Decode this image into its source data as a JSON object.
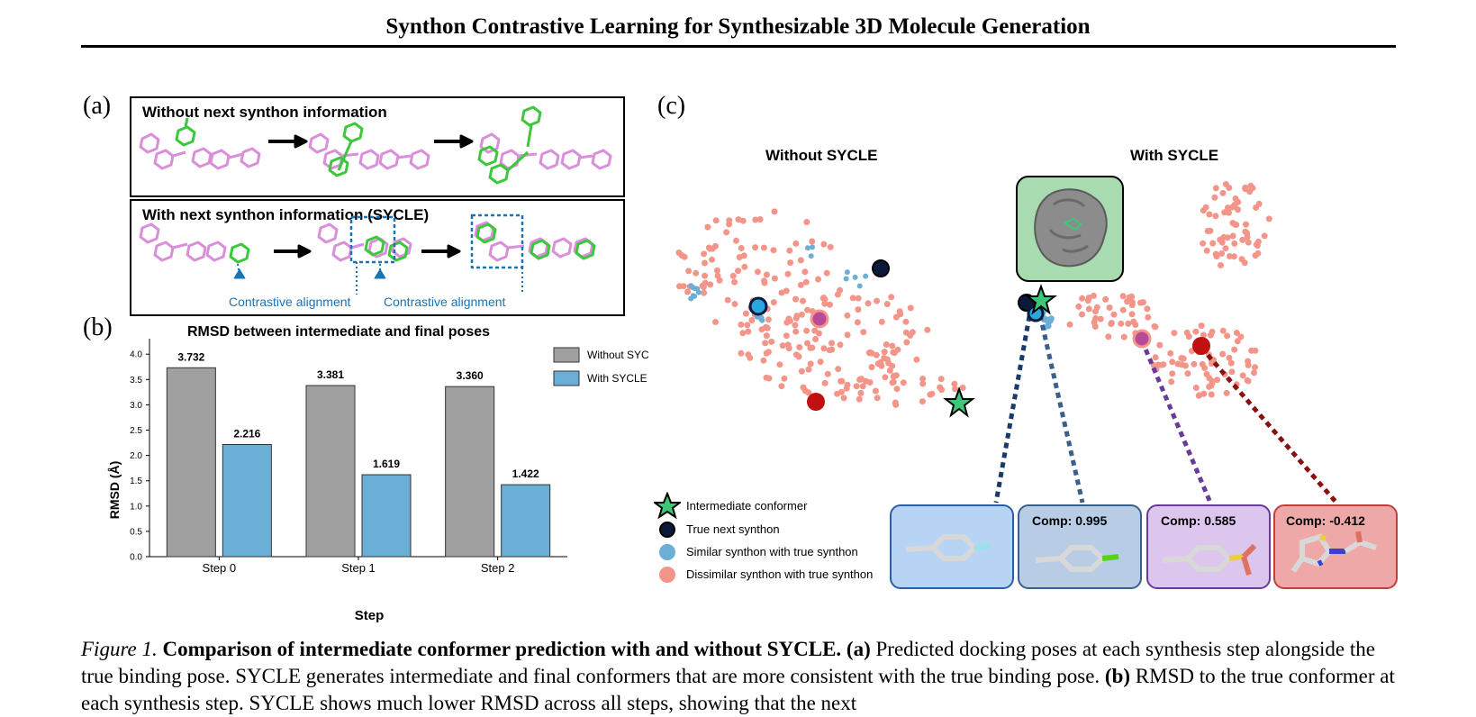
{
  "header": {
    "title": "Synthon Contrastive Learning for Synthesizable 3D Molecule Generation"
  },
  "panel_a": {
    "letter": "(a)",
    "top_box_title": "Without next synthon information",
    "bottom_box_title": "With next synthon information (SYCLE)",
    "contrastive_label_1": "Contrastive alignment",
    "contrastive_label_2": "Contrastive alignment",
    "colors": {
      "ligand": "#d98fd9",
      "synthon": "#3cc83c",
      "highlight": "#1a73b5"
    }
  },
  "panel_b": {
    "letter": "(b)",
    "chart_data": {
      "type": "bar",
      "title": "RMSD between intermediate and final poses",
      "xlabel": "Step",
      "ylabel": "RMSD (Å)",
      "categories": [
        "Step 0",
        "Step 1",
        "Step 2"
      ],
      "ylim": [
        0,
        4.2
      ],
      "yticks": [
        "0.0",
        "0.5",
        "1.0",
        "1.5",
        "2.0",
        "2.5",
        "3.0",
        "3.5",
        "4.0"
      ],
      "series": [
        {
          "name": "Without SYCLE",
          "values": [
            3.732,
            3.381,
            3.36
          ],
          "labels": [
            "3.732",
            "3.381",
            "3.360"
          ],
          "color": "#a0a0a0"
        },
        {
          "name": "With SYCLE",
          "values": [
            2.216,
            1.619,
            1.422
          ],
          "labels": [
            "2.216",
            "1.619",
            "1.422"
          ],
          "color": "#6baed6"
        }
      ],
      "legend": "top-right",
      "grid": false
    }
  },
  "panel_c": {
    "letter": "(c)",
    "left_title": "Without SYCLE",
    "right_title": "With SYCLE",
    "legend": [
      {
        "label": "Intermediate conformer",
        "marker": "star-icon"
      },
      {
        "label": "True next synthon",
        "marker": "dark-circle-icon"
      },
      {
        "label": "Similar synthon with true synthon",
        "marker": "light-blue-circle-icon"
      },
      {
        "label": "Dissimilar synthon with true synthon",
        "marker": "salmon-circle-icon"
      }
    ],
    "insets": [
      {
        "label": "",
        "bg": "#b8d4f5",
        "border": "#2a5fa8"
      },
      {
        "label": "Comp: 0.995",
        "bg": "#b8cce6",
        "border": "#3a5f8a"
      },
      {
        "label": "Comp: 0.585",
        "bg": "#dcc6ee",
        "border": "#6a3a9a"
      },
      {
        "label": "Comp: -0.412",
        "bg": "#eea8a8",
        "border": "#c04040"
      }
    ],
    "colors": {
      "dissimilar": "#f4958a",
      "similar": "#6baed6",
      "true_next": "#0b1a3a",
      "intermediate": "#3cc878",
      "purple": "#b84a9a",
      "red": "#c01010"
    }
  },
  "caption": {
    "label": "Figure 1.",
    "bold": "Comparison of intermediate conformer prediction with and without SYCLE.",
    "bold_a": "(a)",
    "text_a": "Predicted docking poses at each synthesis step alongside the true binding pose. SYCLE generates intermediate and final conformers that are more consistent with the true binding pose.",
    "bold_b": "(b)",
    "text_b": "RMSD to the true conformer at each synthesis step. SYCLE shows much lower RMSD across all steps, showing that the next"
  }
}
